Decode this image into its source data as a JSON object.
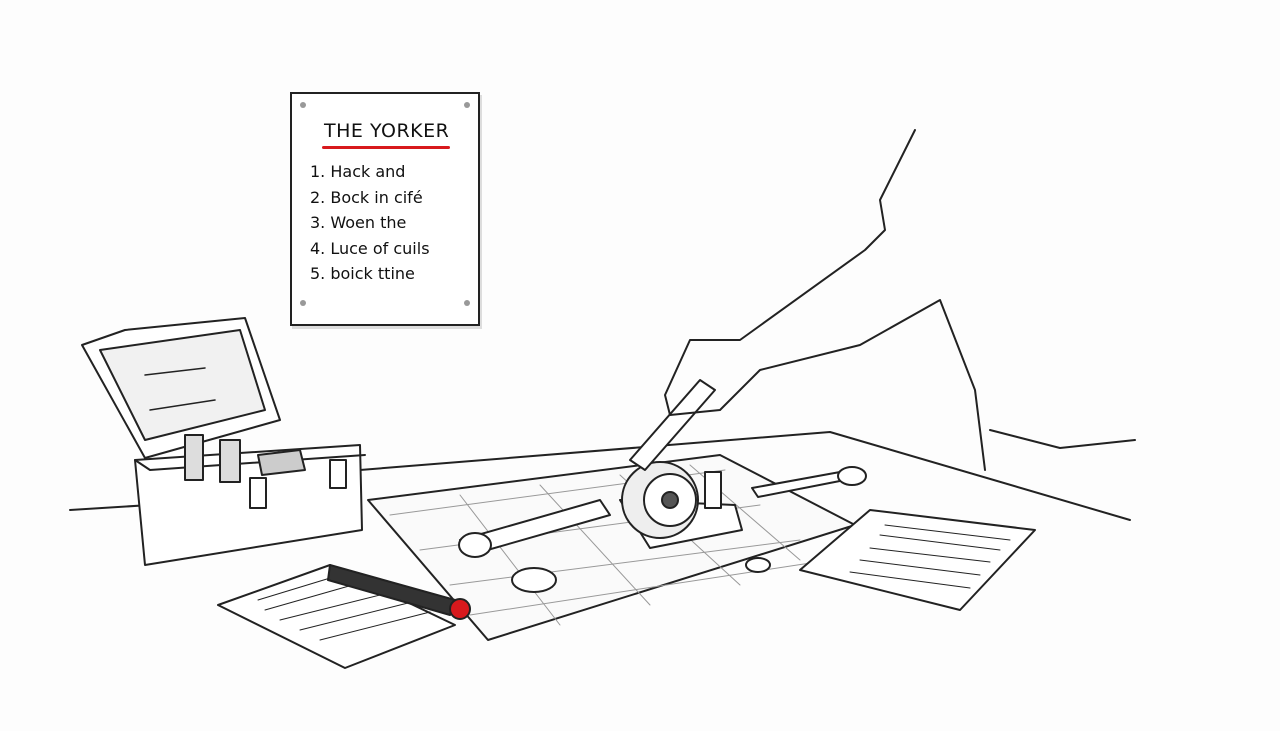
{
  "poster": {
    "title": "THE YORKER",
    "items": [
      "1. Hack and",
      "2. Bock in cifé",
      "3. Woen the",
      "4. Luce of cuils",
      "5. boick ttine"
    ]
  },
  "colors": {
    "ink": "#222222",
    "accent": "#d8191d"
  }
}
